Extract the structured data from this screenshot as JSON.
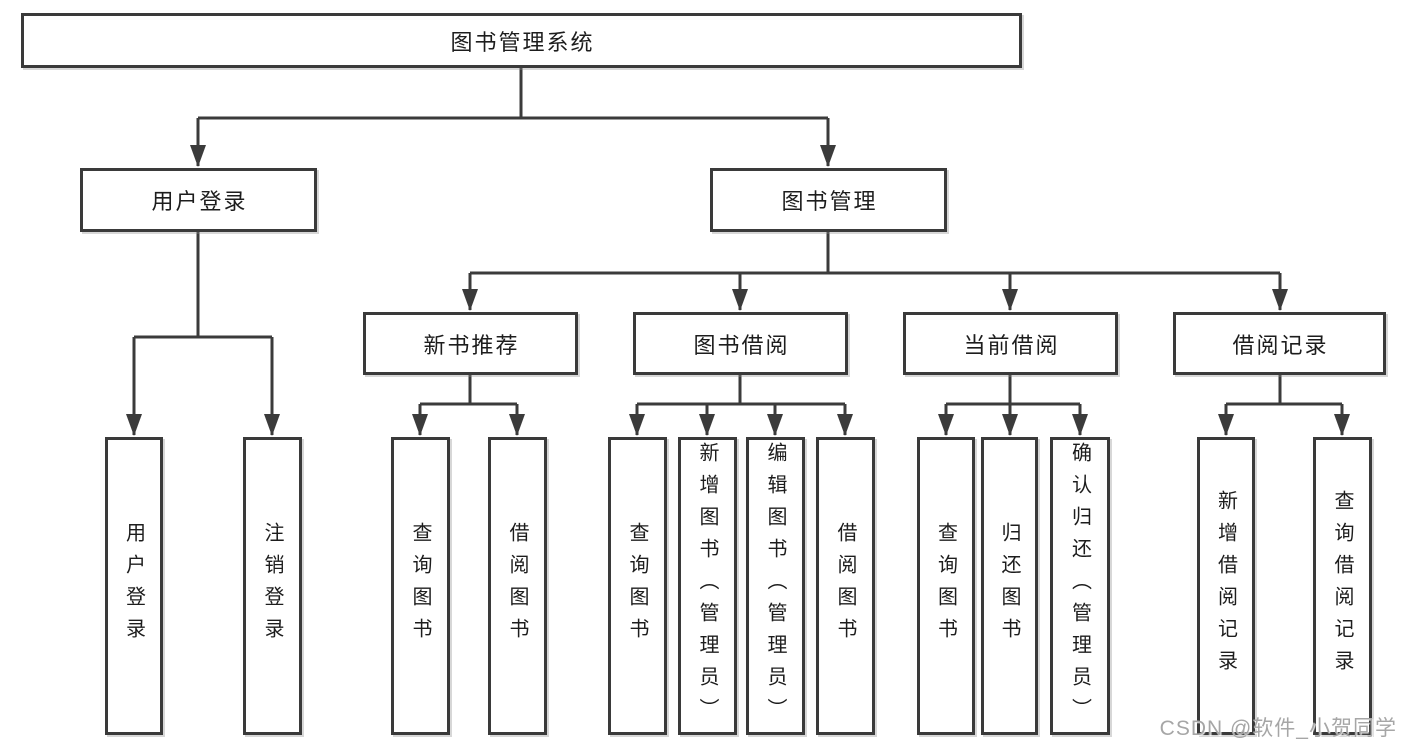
{
  "diagram": {
    "root": {
      "label": "图书管理系统"
    },
    "branches": [
      {
        "label": "用户登录",
        "leaves": [
          "用户登录",
          "注销登录"
        ]
      },
      {
        "label": "图书管理",
        "sections": [
          {
            "label": "新书推荐",
            "leaves": [
              "查询图书",
              "借阅图书"
            ]
          },
          {
            "label": "图书借阅",
            "leaves": [
              "查询图书",
              "新增图书（管理员）",
              "编辑图书（管理员）",
              "借阅图书"
            ]
          },
          {
            "label": "当前借阅",
            "leaves": [
              "查询图书",
              "归还图书",
              "确认归还（管理员）"
            ]
          },
          {
            "label": "借阅记录",
            "leaves": [
              "新增借阅记录",
              "查询借阅记录"
            ]
          }
        ]
      }
    ]
  },
  "watermark": "CSDN @软件_小贺同学",
  "colors": {
    "line": "#3b3b3b",
    "box_border": "#3a3a3a",
    "text": "#1d1d1d",
    "watermark": "#a6a6a6",
    "background": "#ffffff"
  }
}
